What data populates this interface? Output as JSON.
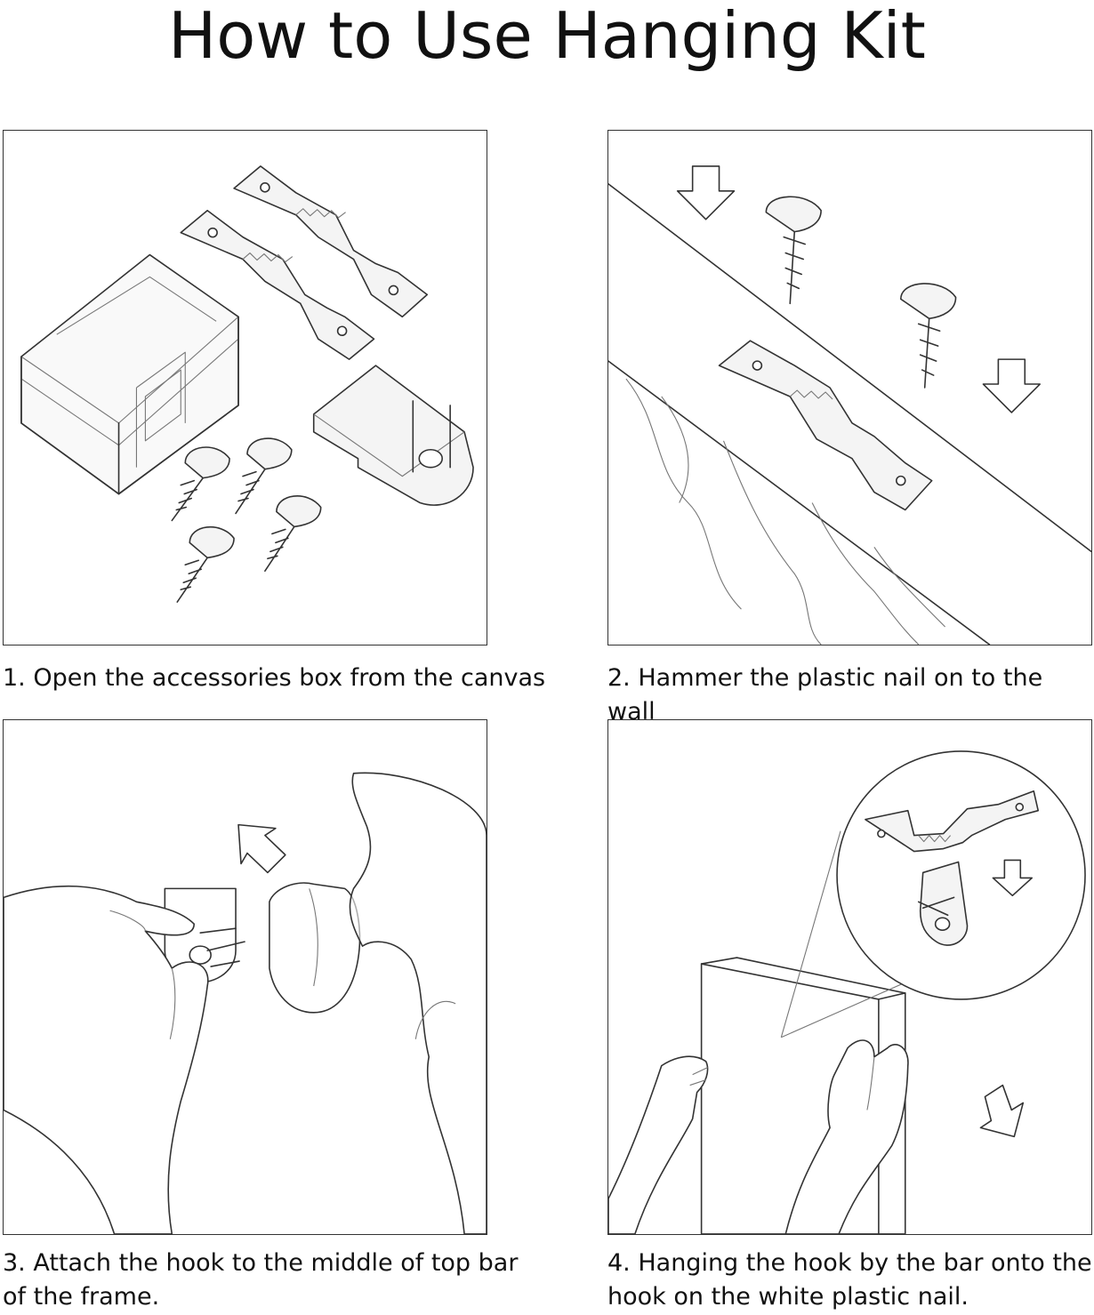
{
  "title": "How to Use Hanging  Kit",
  "steps": [
    {
      "caption": "1. Open the accessories box from the canvas",
      "illustration": "accessories-box-illustration"
    },
    {
      "caption": "2. Hammer the plastic nail on to the wall",
      "illustration": "hammer-nail-illustration"
    },
    {
      "caption": "3. Attach the hook to the middle of top bar\n    of the frame.",
      "illustration": "attach-hook-illustration"
    },
    {
      "caption": "4. Hanging the hook by the bar onto the\nhook on the white plastic nail.",
      "illustration": "hang-frame-illustration"
    }
  ]
}
